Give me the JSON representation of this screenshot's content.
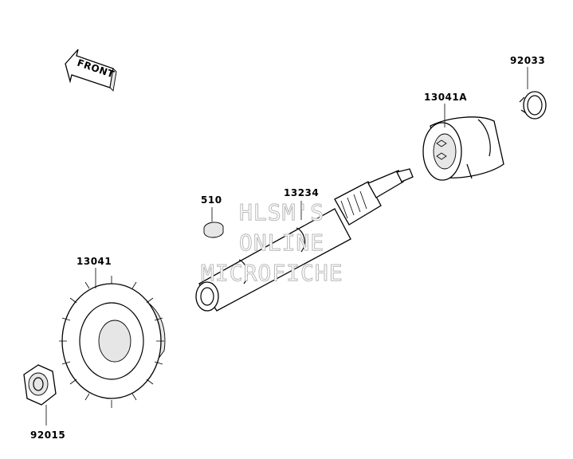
{
  "front_badge": {
    "text": "FRONT"
  },
  "parts": [
    {
      "id": "92033"
    },
    {
      "id": "13041A"
    },
    {
      "id": "13234"
    },
    {
      "id": "510"
    },
    {
      "id": "13041"
    },
    {
      "id": "92015"
    }
  ],
  "watermark": {
    "line1": "HLSM'S",
    "line2": "ONLINE",
    "line3": "MICROFICHE"
  }
}
